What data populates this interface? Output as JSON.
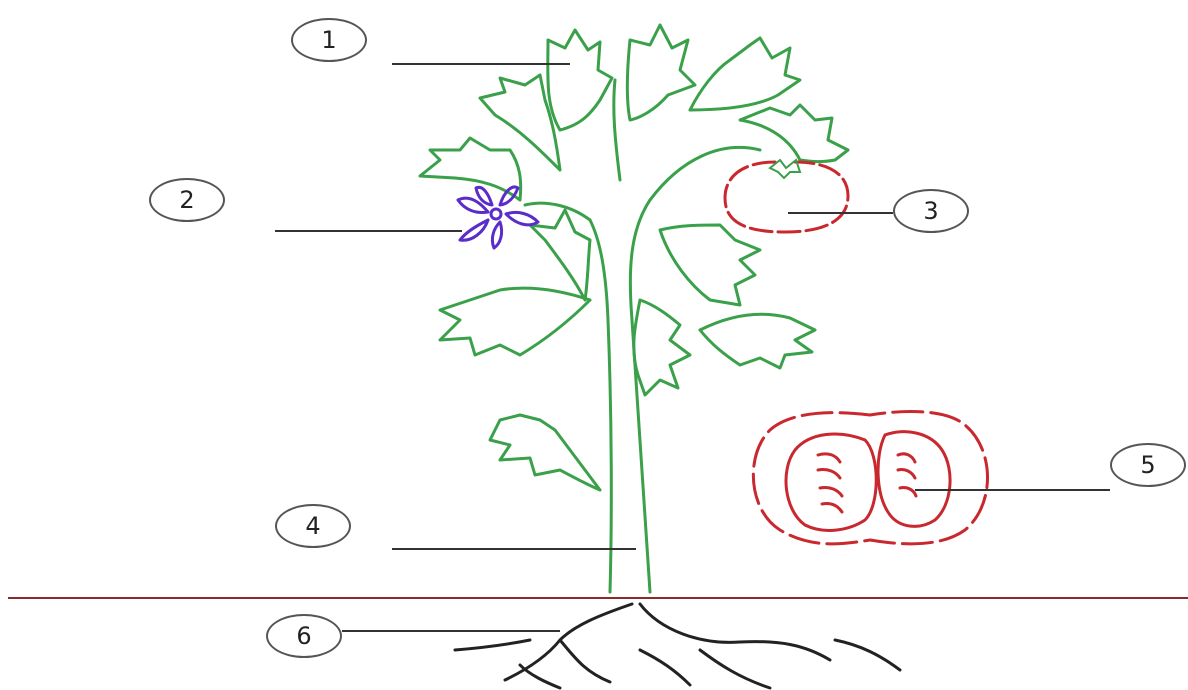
{
  "labels": [
    "1",
    "2",
    "3",
    "4",
    "5",
    "6"
  ],
  "colors": {
    "plant_green": "#3aa04a",
    "flower_purple": "#5a2cc9",
    "fruit_red": "#c8282e",
    "ground_line": "#8a2a2a",
    "roots": "#222222",
    "leader_line": "#333333"
  }
}
